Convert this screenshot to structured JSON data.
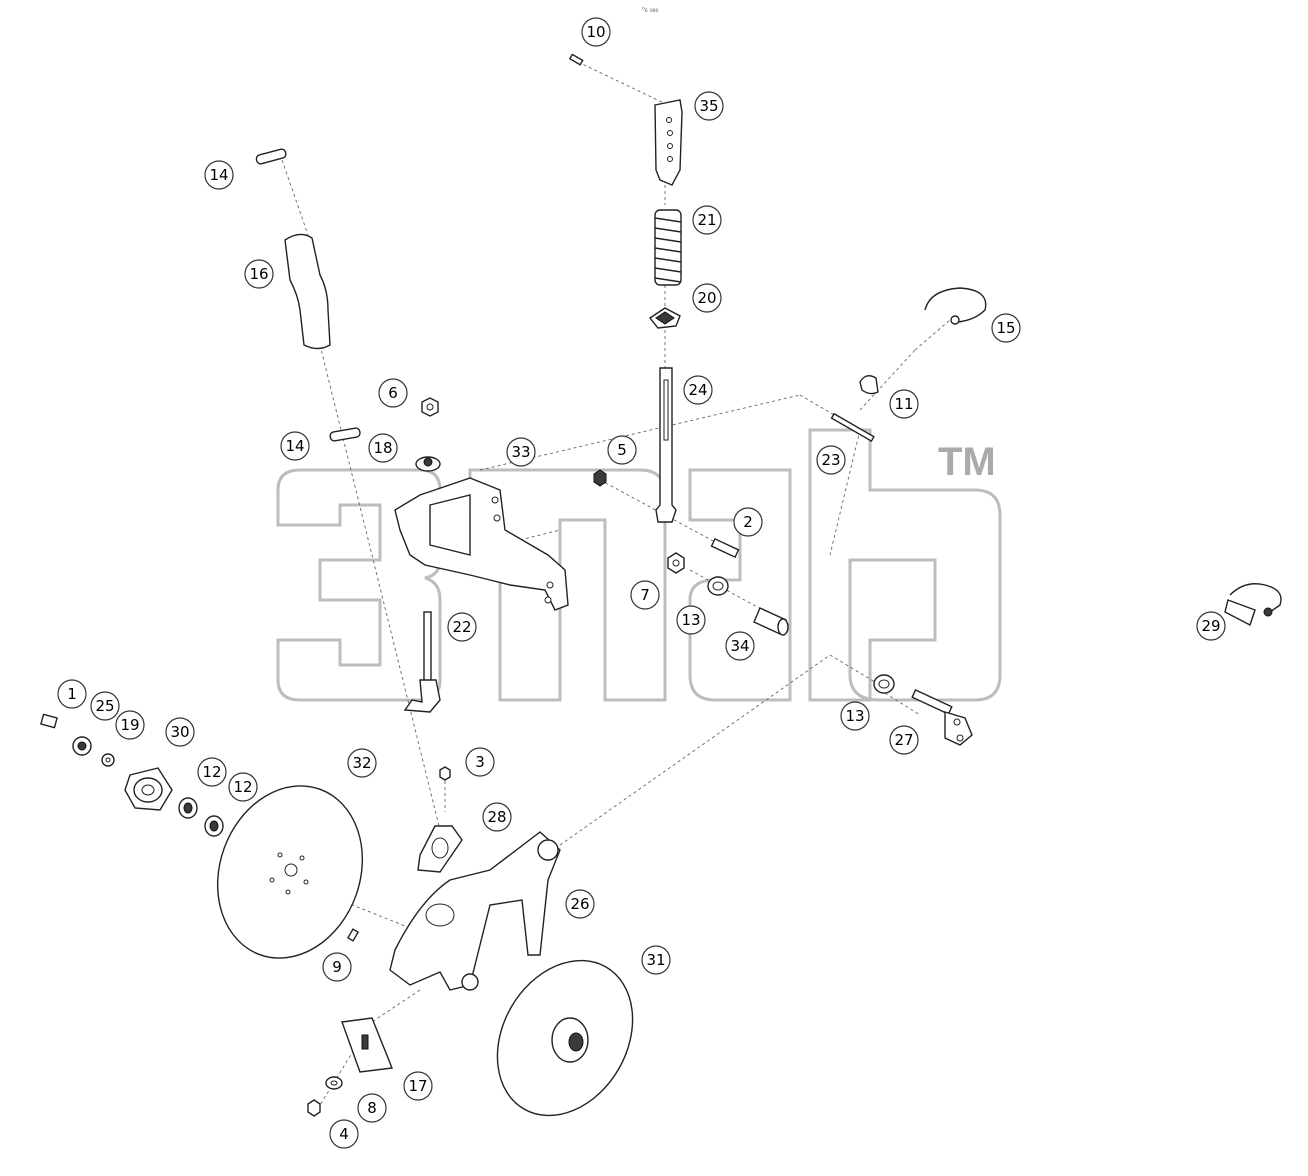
{
  "header": {
    "ref": "⁰₆ ₀₀₀"
  },
  "watermark": {
    "trademark": "TM"
  },
  "callouts": [
    {
      "id": "c1",
      "label": "1"
    },
    {
      "id": "c2",
      "label": "2"
    },
    {
      "id": "c3",
      "label": "3"
    },
    {
      "id": "c4",
      "label": "4"
    },
    {
      "id": "c5",
      "label": "5"
    },
    {
      "id": "c6",
      "label": "6"
    },
    {
      "id": "c7",
      "label": "7"
    },
    {
      "id": "c8",
      "label": "8"
    },
    {
      "id": "c9",
      "label": "9"
    },
    {
      "id": "c10",
      "label": "10"
    },
    {
      "id": "c11",
      "label": "11"
    },
    {
      "id": "c12a",
      "label": "12"
    },
    {
      "id": "c12b",
      "label": "12"
    },
    {
      "id": "c13a",
      "label": "13"
    },
    {
      "id": "c13b",
      "label": "13"
    },
    {
      "id": "c14a",
      "label": "14"
    },
    {
      "id": "c14b",
      "label": "14"
    },
    {
      "id": "c15",
      "label": "15"
    },
    {
      "id": "c16",
      "label": "16"
    },
    {
      "id": "c17",
      "label": "17"
    },
    {
      "id": "c18",
      "label": "18"
    },
    {
      "id": "c19",
      "label": "19"
    },
    {
      "id": "c20",
      "label": "20"
    },
    {
      "id": "c21",
      "label": "21"
    },
    {
      "id": "c22",
      "label": "22"
    },
    {
      "id": "c23",
      "label": "23"
    },
    {
      "id": "c24",
      "label": "24"
    },
    {
      "id": "c25",
      "label": "25"
    },
    {
      "id": "c26",
      "label": "26"
    },
    {
      "id": "c27",
      "label": "27"
    },
    {
      "id": "c28",
      "label": "28"
    },
    {
      "id": "c29",
      "label": "29"
    },
    {
      "id": "c30",
      "label": "30"
    },
    {
      "id": "c31",
      "label": "31"
    },
    {
      "id": "c32",
      "label": "32"
    },
    {
      "id": "c33",
      "label": "33"
    },
    {
      "id": "c34",
      "label": "34"
    },
    {
      "id": "c35",
      "label": "35"
    }
  ]
}
